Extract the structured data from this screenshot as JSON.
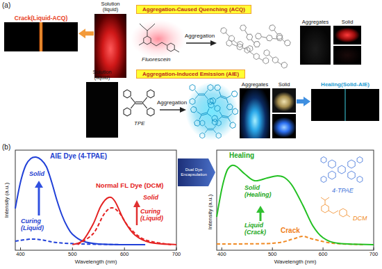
{
  "diagram": {
    "nodes": [
      {
        "text": [
          "Aggregation-Caused Quenching (ACQ)"
        ]
      },
      {
        "text": [
          "Crack(Liquid-ACQ)"
        ]
      },
      {
        "text": [
          "Solution (liquid)"
        ]
      },
      {
        "text": [
          "Aggregates"
        ]
      },
      {
        "text": [
          "Solid"
        ]
      },
      {
        "text": [
          "Aggregation-Induced Emission (AIE)"
        ]
      },
      {
        "text": [
          "Solution (liquid)"
        ]
      },
      {
        "text": [
          "Aggregates"
        ]
      },
      {
        "text": [
          "Solid"
        ]
      },
      {
        "text": [
          "Healing(Solid-AIE)"
        ]
      },
      {
        "text": [
          "Dual Dye Encapsulation"
        ]
      }
    ],
    "edges": [
      {
        "from": 2,
        "to": 1,
        "arrow": "to"
      },
      {
        "from": 8,
        "to": 9,
        "arrow": "to"
      }
    ],
    "labels": [
      "(a)",
      "Fluorescein",
      "Aggregation",
      "TPE",
      "Aggregation",
      "(b)",
      "Intensity (a.u.)",
      "400",
      "500",
      "600",
      "700",
      "Wavelength (nm)",
      "AIE Dye (4-TPAE)",
      "Normal FL Dye (DCM)",
      "Solid",
      "Curing (Liquid)",
      "Solid",
      "Curing (Liquid)",
      "Intensity (a.u.)",
      "400",
      "500",
      "600",
      "700",
      "Wavelength (nm)",
      "Healing",
      "Solid (Healing)",
      "Liquid (Crack)",
      "Crack",
      "4-TPAE",
      "DCM"
    ]
  }
}
